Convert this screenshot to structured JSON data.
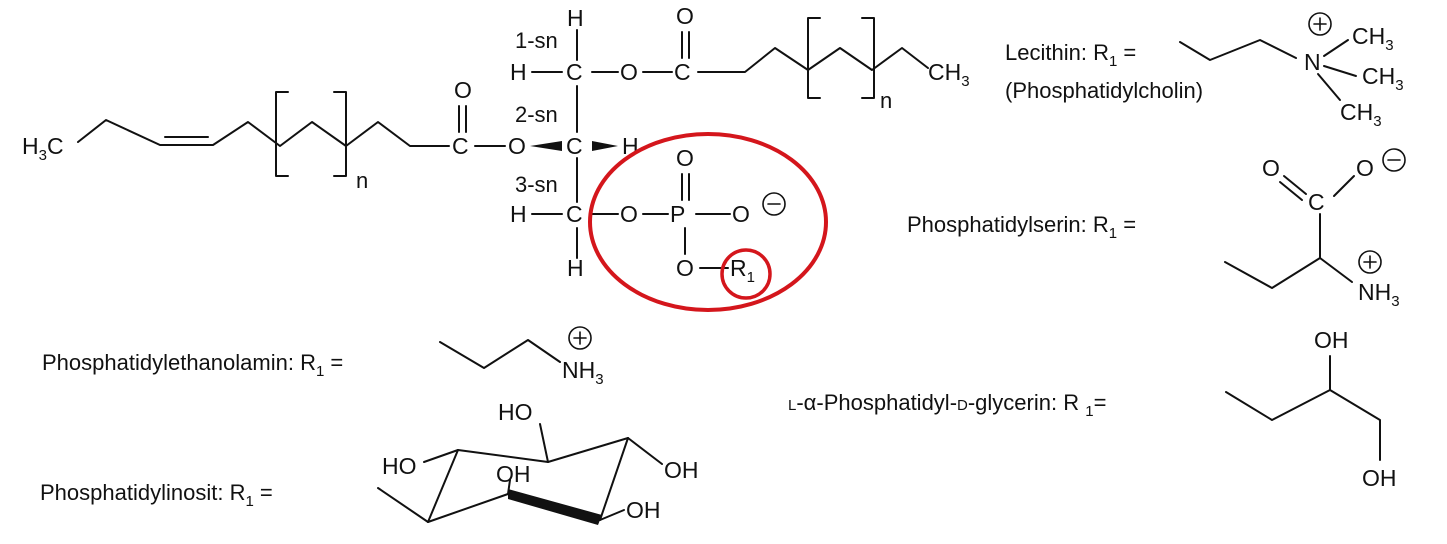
{
  "backbone": {
    "positions": [
      "1-sn",
      "2-sn",
      "3-sn"
    ],
    "repeat_index": "n",
    "atoms": {
      "H": "H",
      "C": "C",
      "O": "O",
      "P": "P",
      "CH": "CH",
      "H3C": "H",
      "sub3": "3",
      "R": "R",
      "sub1": "1"
    }
  },
  "r_groups": [
    {
      "name": "Lecithin",
      "name_detail": "(Phosphatidylcholin)",
      "label_suffix": ": R",
      "label_sub": "1",
      "label_eq": " ="
    },
    {
      "name": "Phosphatidylserin",
      "label_suffix": ": R",
      "label_sub": "1",
      "label_eq": " ="
    },
    {
      "name": "Phosphatidylethanolamin",
      "label_suffix": ": R",
      "label_sub": "1",
      "label_eq": " ="
    },
    {
      "name_prefix_1": "L",
      "name_prefix_2": "-α-Phosphatidyl-",
      "name_prefix_3": "D",
      "name": "-glycerin",
      "label_suffix": ": R ",
      "label_sub": "1",
      "label_eq": "="
    },
    {
      "name": "Phosphatidylinosit",
      "label_suffix": ": R",
      "label_sub": "1",
      "label_eq": " ="
    }
  ],
  "groups": {
    "NH": "NH",
    "N": "N",
    "OH": "OH",
    "HO": "HO",
    "plus": "+",
    "minus": "−"
  },
  "colors": {
    "highlight": "#d4161c",
    "ink": "#111111"
  }
}
